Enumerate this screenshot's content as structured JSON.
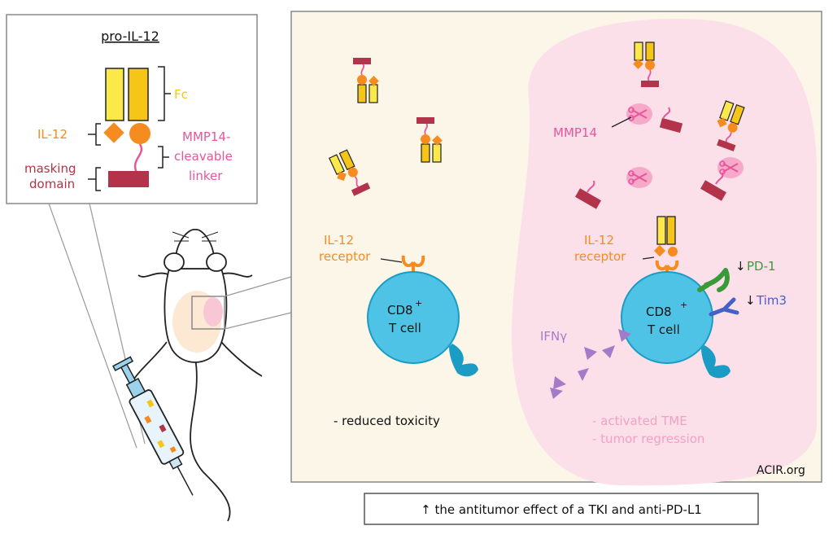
{
  "inset": {
    "title": "pro-IL-12",
    "fc_label": "Fc",
    "il12_label": "IL-12",
    "masking_line1": "masking",
    "masking_line2": "domain",
    "linker_line1": "MMP14-",
    "linker_line2": "cleavable",
    "linker_line3": "linker"
  },
  "left_panel": {
    "receptor_line1": "IL-12",
    "receptor_line2": "receptor",
    "cell_line1": "CD8",
    "cell_sup": "+",
    "cell_line2": "T cell",
    "note": "- reduced toxicity"
  },
  "tumor": {
    "mmp14_label": "MMP14",
    "receptor_line1": "IL-12",
    "receptor_line2": "receptor",
    "cell_line1": "CD8",
    "cell_sup": "+",
    "cell_line2": "T cell",
    "pd1_label": "PD-1",
    "tim3_label": "Tim3",
    "ifn_label": "IFNγ",
    "note1": "- activated TME",
    "note2": "- tumor regression"
  },
  "arrow_down": "↓",
  "credit": "ACIR.org",
  "bottom_note": "↑ the antitumor effect of a TKI and anti-PD-L1",
  "colors": {
    "fc": "#f5c518",
    "fc_light": "#fbe84a",
    "il12": "#f68b1f",
    "linker": "#e8559a",
    "mask": "#b2334a",
    "cell": "#4ec3e6",
    "cell_stroke": "#1a9cc4",
    "pd1": "#3a9a3a",
    "tim3": "#4560c8",
    "ifn": "#a57bc9",
    "tumor": "#fbe0ea",
    "panel": "#fbf6e8",
    "note_pink": "#f2a1c0"
  }
}
